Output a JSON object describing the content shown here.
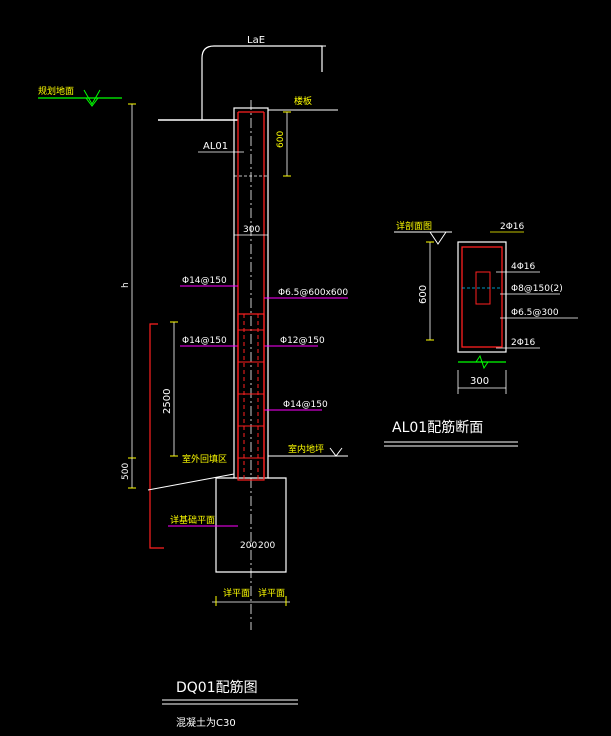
{
  "main_drawing": {
    "anchor_label": "LaE",
    "grade_label": "规划地面",
    "top_board_label": "楼板",
    "beam_label": "AL01",
    "dim_600": "600",
    "dim_300": "300",
    "dim_h": "h",
    "dim_2500": "2500",
    "dim_500": "500",
    "rebar_phi14_150_a": "Φ14@150",
    "rebar_phi65": "Φ6.5@600x600",
    "rebar_phi14_150_b": "Φ14@150",
    "rebar_phi12_150": "Φ12@150",
    "rebar_phi14_150_c": "Φ14@150",
    "indoor_fill_label": "室外回填区",
    "indoor_floor_label": "室内地坪",
    "base_label": "详基础平面",
    "dim_200_left": "200",
    "dim_200_right": "200",
    "bottom_left_label": "详平面",
    "bottom_right_label": "详平面",
    "title": "DQ01配筋图",
    "concrete_note": "混凝土为C30"
  },
  "section_drawing": {
    "grade_label": "详剖面图",
    "top_bar": "2Φ16",
    "side_bar": "4Φ16",
    "stirrup": "Φ8@150(2)",
    "tie": "Φ6.5@300",
    "bottom_bar": "2Φ16",
    "height_dim": "600",
    "width_dim": "300",
    "title": "AL01配筋断面"
  },
  "colors": {
    "background": "#000000",
    "line_white": "#ffffff",
    "text_yellow": "#ffff00",
    "rebar_red": "#ff2020",
    "leader_magenta": "#ff00ff",
    "grade_green": "#00ff00",
    "tie_cyan": "#00c8ff"
  }
}
